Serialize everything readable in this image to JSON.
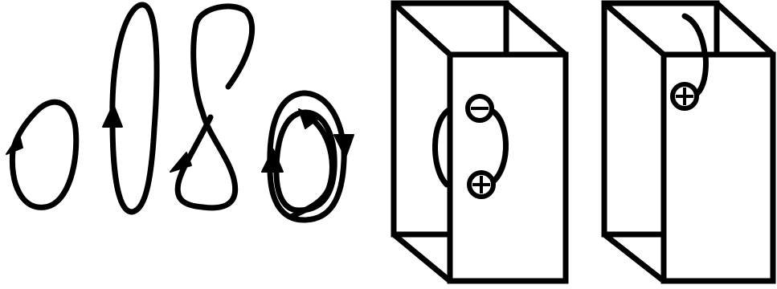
{
  "figure": {
    "loops": [
      {
        "name": "simple-loop"
      },
      {
        "name": "elongated-loop"
      },
      {
        "name": "figure-eight-loop"
      },
      {
        "name": "double-wound-loop"
      }
    ],
    "boxes": [
      {
        "name": "box-with-two-charges",
        "charges": [
          {
            "sign": "negative",
            "symbol": "⊖"
          },
          {
            "sign": "positive",
            "symbol": "⊕"
          }
        ]
      },
      {
        "name": "box-with-one-charge",
        "charges": [
          {
            "sign": "positive",
            "symbol": "⊕"
          }
        ]
      }
    ],
    "colors": {
      "ink": "#000000",
      "paper": "#ffffff"
    }
  }
}
